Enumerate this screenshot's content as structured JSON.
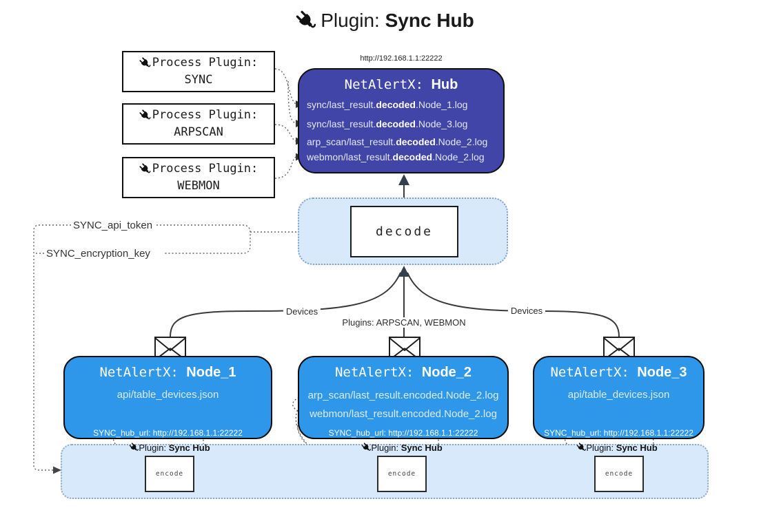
{
  "title": {
    "prefix": "Plugin:",
    "name": "Sync Hub"
  },
  "process_plugins": [
    {
      "label": "Process Plugin:",
      "name": "SYNC"
    },
    {
      "label": "Process Plugin:",
      "name": "ARPSCAN"
    },
    {
      "label": "Process Plugin:",
      "name": "WEBMON"
    }
  ],
  "hub": {
    "url": "http://192.168.1.1:22222",
    "title_prefix": "NetAlertX:",
    "title_name": "Hub",
    "logs": [
      {
        "pre": "sync/last_result.",
        "bold": "decoded",
        "post": ".Node_1.log"
      },
      {
        "pre": "sync/last_result.",
        "bold": "decoded",
        "post": ".Node_3.log"
      },
      {
        "pre": "arp_scan/last_result.",
        "bold": "decoded",
        "post": ".Node_2.log"
      },
      {
        "pre": "webmon/last_result.",
        "bold": "decoded",
        "post": ".Node_2.log"
      }
    ]
  },
  "decode": {
    "label": "decode"
  },
  "secrets": {
    "api_token": "SYNC_api_token",
    "encryption_key": "SYNC_encryption_key"
  },
  "edges": {
    "devices_left": "Devices",
    "plugins_center": "Plugins: ARPSCAN, WEBMON",
    "devices_right": "Devices"
  },
  "nodes": [
    {
      "title_prefix": "NetAlertX:",
      "name": "Node_1",
      "files": [
        "api/table_devices.json"
      ],
      "hub_url": "SYNC_hub_url: http://192.168.1.1:22222"
    },
    {
      "title_prefix": "NetAlertX:",
      "name": "Node_2",
      "files": [
        "arp_scan/last_result.encoded.Node_2.log",
        "webmon/last_result.encoded.Node_2.log"
      ],
      "hub_url": "SYNC_hub_url: http://192.168.1.1:22222"
    },
    {
      "title_prefix": "NetAlertX:",
      "name": "Node_3",
      "files": [
        "api/table_devices.json"
      ],
      "hub_url": "SYNC_hub_url: http://192.168.1.1:22222"
    }
  ],
  "encoders": [
    {
      "plugin_prefix": "Plugin:",
      "plugin_name": "Sync Hub",
      "box_label": "encode"
    },
    {
      "plugin_prefix": "Plugin:",
      "plugin_name": "Sync Hub",
      "box_label": "encode"
    },
    {
      "plugin_prefix": "Plugin:",
      "plugin_name": "Sync Hub",
      "box_label": "encode"
    }
  ],
  "colors": {
    "hub_fill": "#4145a8",
    "node_fill": "#2f97ea",
    "panel_fill": "#d8e9fb",
    "hub_text": "#e4e7f7",
    "node_text": "#d9ebfc"
  }
}
